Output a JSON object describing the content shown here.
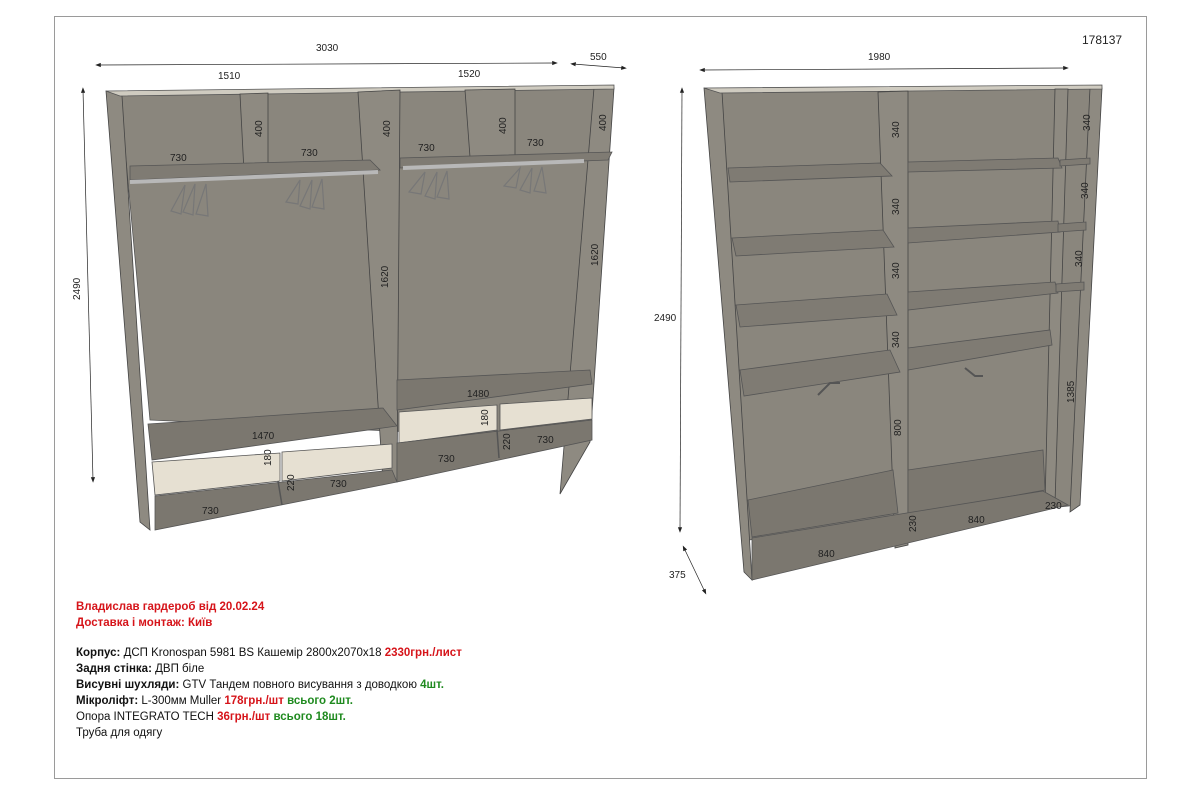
{
  "order_number": "178137",
  "colors": {
    "panel_front": "#8b877e",
    "panel_back": "#827e75",
    "panel_edge": "#c9c5ba",
    "drawer_front": "#e6e0d2",
    "rod": "#b8b8b8",
    "accent_red": "#d6141a",
    "accent_green": "#1f8a1f"
  },
  "left_unit": {
    "dims": {
      "total_width": "3030",
      "depth": "550",
      "left_section_width": "1510",
      "right_section_width": "1520",
      "height": "2490",
      "shelf_height_1": "400",
      "shelf_height_2": "400",
      "shelf_height_3": "400",
      "shelf_height_4": "400",
      "shelf_w_1": "730",
      "shelf_w_2": "730",
      "shelf_w_3": "730",
      "shelf_w_4": "730",
      "hanging_height_left": "1620",
      "hanging_height_right": "1620",
      "bottom_shelf_left": "1470",
      "bottom_shelf_right": "1480",
      "drawer_h_left": "180",
      "drawer_h_right": "180",
      "base_h_left": "220",
      "base_h_right": "220",
      "base_w_1": "730",
      "base_w_2": "730",
      "base_w_3": "730",
      "base_w_4": "730"
    }
  },
  "right_unit": {
    "dims": {
      "width": "1980",
      "height": "2490",
      "depth": "375",
      "shelf_340_a": "340",
      "shelf_340_b": "340",
      "shelf_340_c": "340",
      "shelf_340_d": "340",
      "shelf_340_e": "340",
      "shelf_340_f": "340",
      "shelf_340_g": "340",
      "lower_800": "800",
      "tall_1385": "1385",
      "base_230_a": "230",
      "base_230_b": "230",
      "base_840_a": "840",
      "base_840_b": "840"
    }
  },
  "notes": {
    "title_line": "Владислав гардероб від 20.02.24",
    "delivery_line": "Доставка і монтаж: Київ",
    "body_label": "Корпус:",
    "body_text": "ДСП Kronospan 5981 BS Кашемір 2800x2070x18",
    "body_price": "2330грн./лист",
    "back_label": "Задня стінка:",
    "back_text": "ДВП біле",
    "drawers_label": "Висувні шухляди:",
    "drawers_text": "GTV Тандем повного висування з доводкою",
    "drawers_qty": "4шт.",
    "lift_label": "Мікроліфт:",
    "lift_text": "L-300мм Muller",
    "lift_price": "178грн./шт",
    "lift_qty": "всього 2шт.",
    "support_text": "Опора INTEGRATO TECH",
    "support_price": "36грн./шт",
    "support_qty": "всього 18шт.",
    "rod_text": "Труба для одягу"
  }
}
